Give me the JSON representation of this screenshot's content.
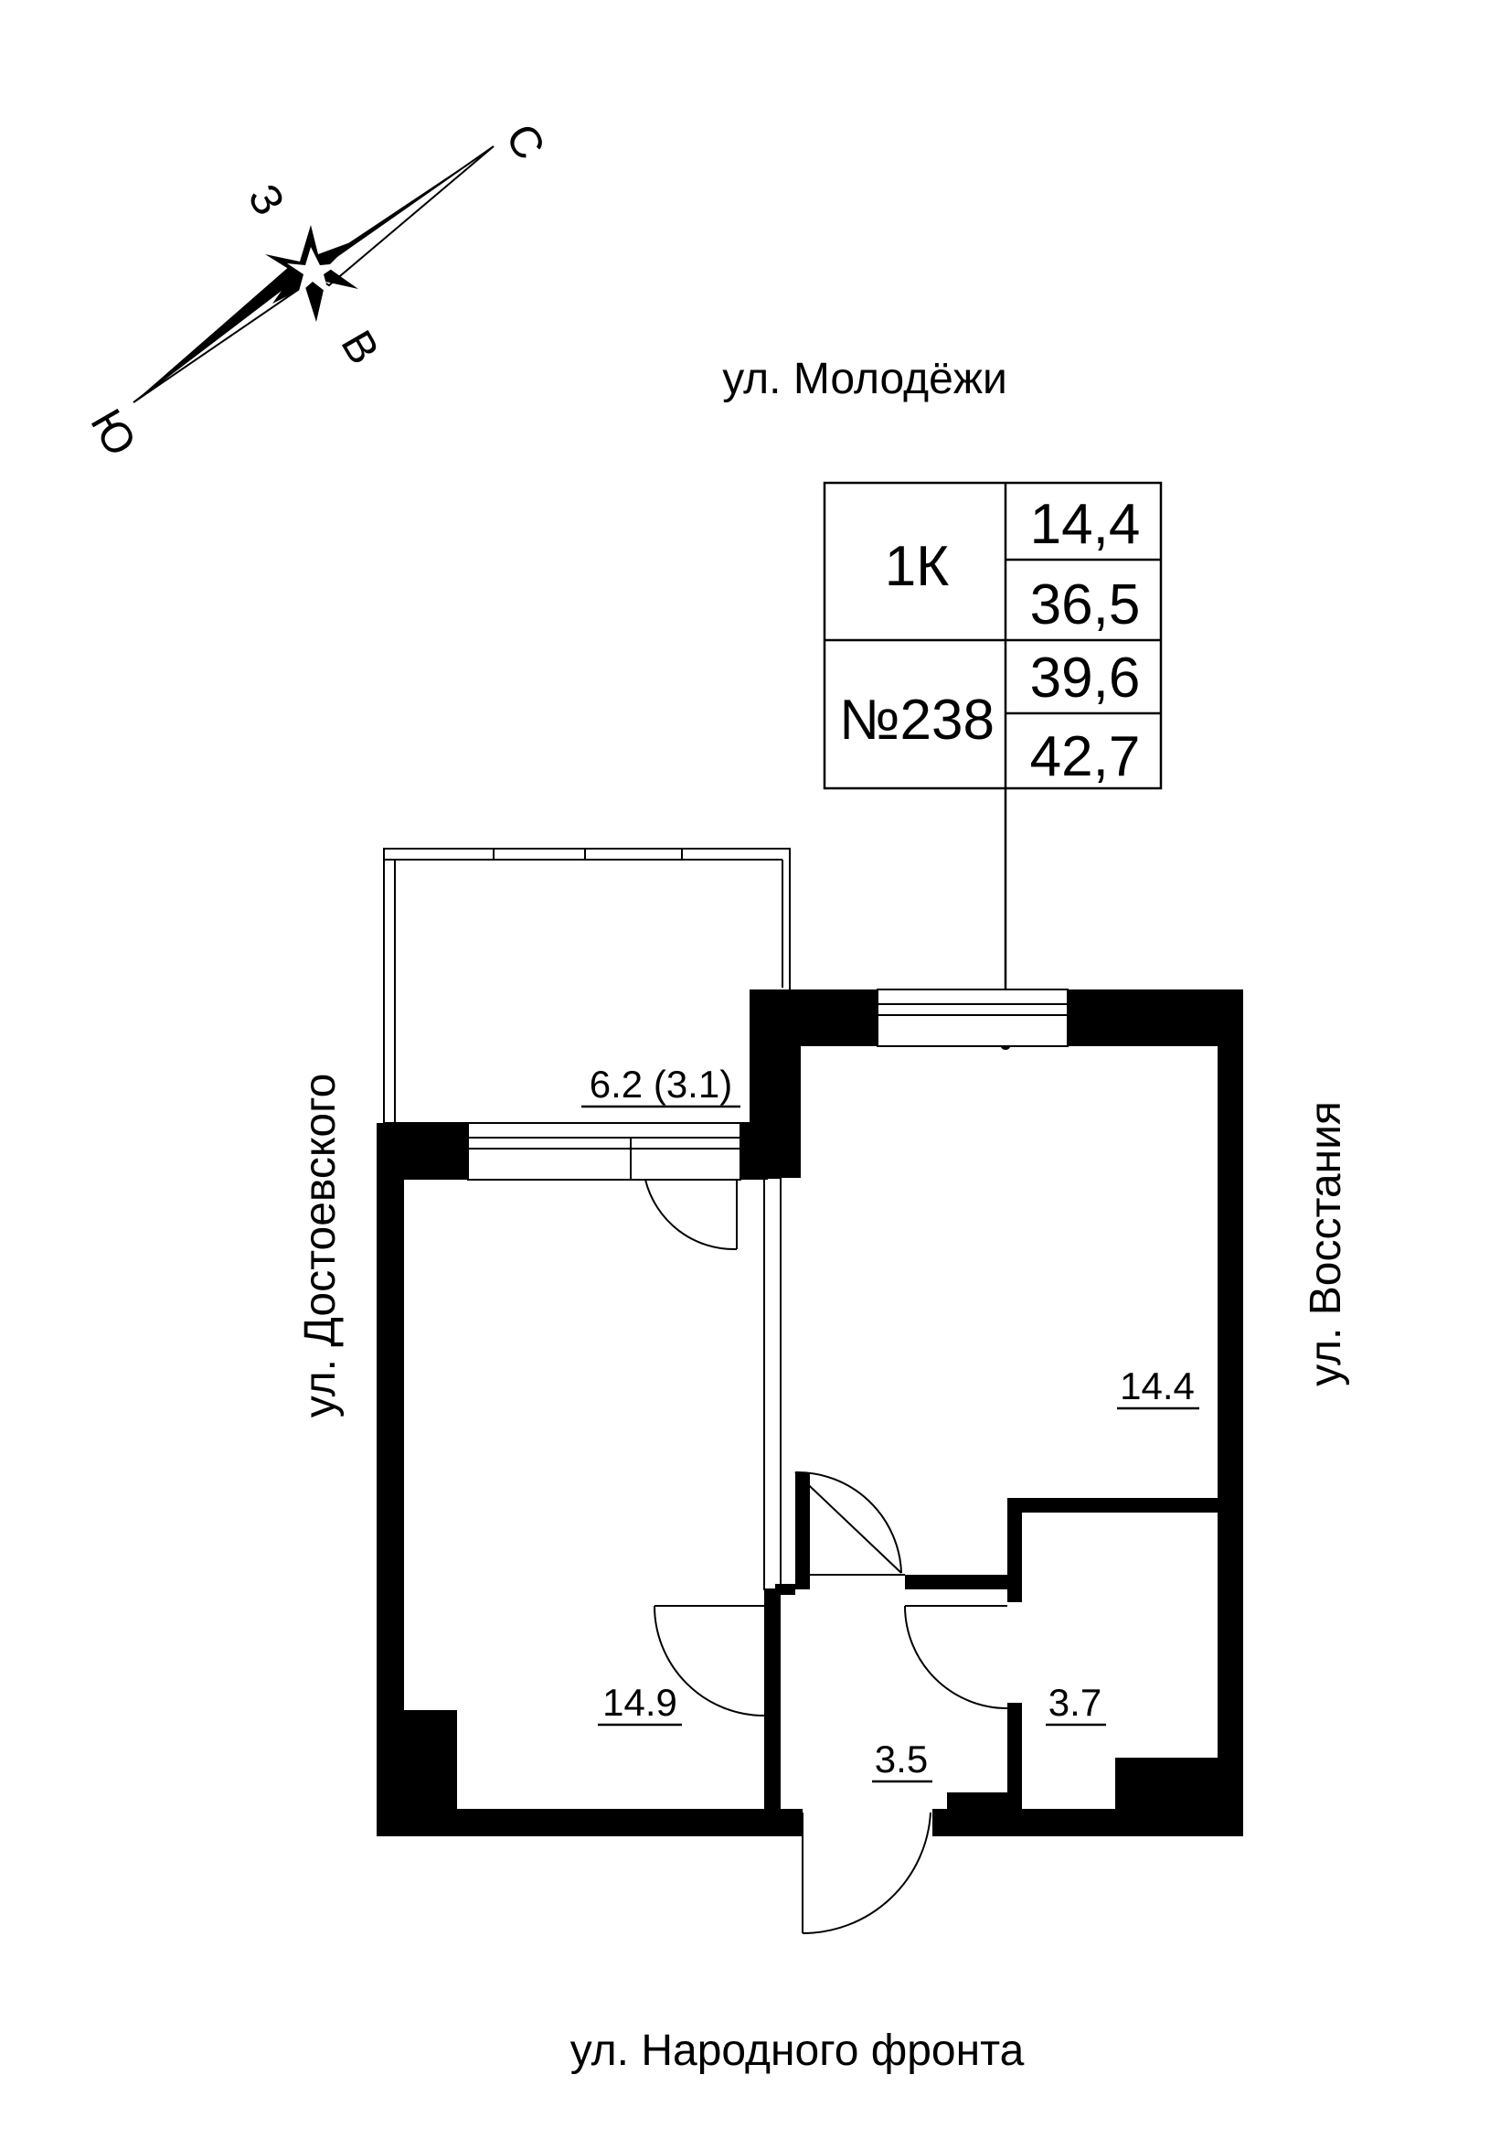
{
  "compass": {
    "north": "С",
    "south": "Ю",
    "west": "З",
    "east": "В"
  },
  "streets": {
    "top": "ул. Молодёжи",
    "bottom": "ул. Народного фронта",
    "left": "ул. Достоевского",
    "right": "ул. Восстания"
  },
  "info": {
    "type": "1К",
    "number": "№238",
    "values": [
      "14,4",
      "36,5",
      "39,6",
      "42,7"
    ]
  },
  "rooms": {
    "balcony": "6.2 (3.1)",
    "living": "14.4",
    "kitchen": "14.9",
    "hall": "3.5",
    "bath": "3.7"
  }
}
